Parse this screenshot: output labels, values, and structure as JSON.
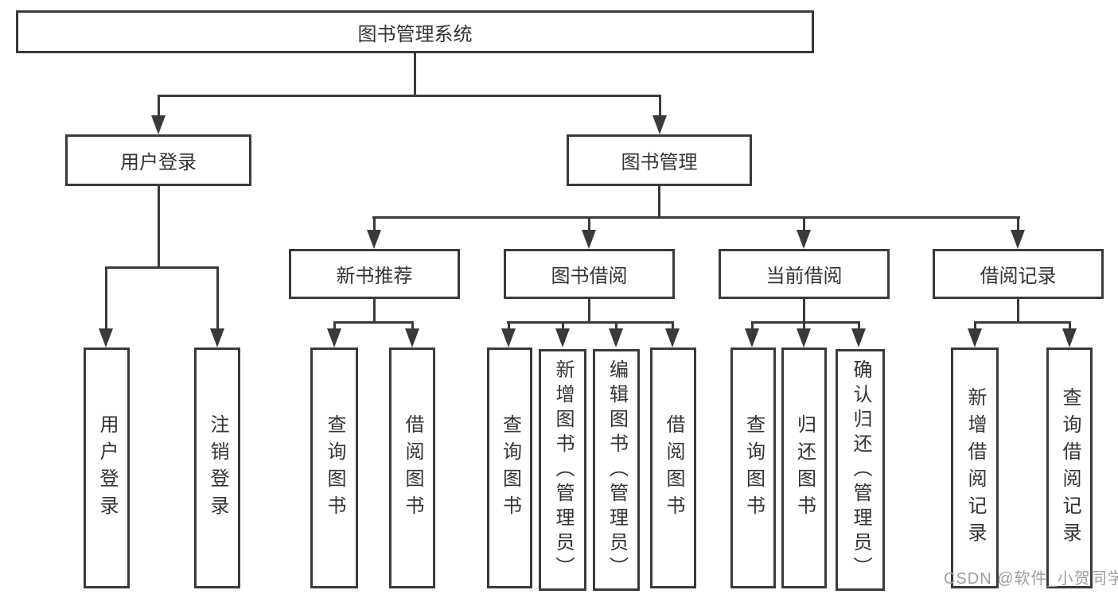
{
  "diagram": {
    "root": "图书管理系统",
    "user_login": {
      "label": "用户登录",
      "children": [
        "用户登录",
        "注销登录"
      ]
    },
    "book_mgmt": {
      "label": "图书管理",
      "sections": [
        {
          "label": "新书推荐",
          "children": [
            "查询图书",
            "借阅图书"
          ]
        },
        {
          "label": "图书借阅",
          "children": [
            "查询图书",
            "新增图书（管理员）",
            "编辑图书（管理员）",
            "借阅图书"
          ]
        },
        {
          "label": "当前借阅",
          "children": [
            "查询图书",
            "归还图书",
            "确认归还（管理员）"
          ]
        },
        {
          "label": "借阅记录",
          "children": [
            "新增借阅记录",
            "查询借阅记录"
          ]
        }
      ]
    }
  },
  "colors": {
    "line": "#3a3a3a",
    "text": "#333333",
    "watermark": "#9e9e9e",
    "background": "#ffffff"
  },
  "watermark": "CSDN @软件_小贺同学"
}
